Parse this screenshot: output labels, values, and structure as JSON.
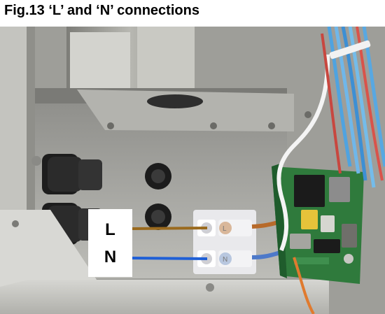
{
  "figure": {
    "title": "Fig.13 ‘L’ and ‘N’ connections"
  },
  "labels": {
    "live": "L",
    "neutral": "N"
  },
  "terminals": {
    "top_mark": "L",
    "bottom_mark": "N"
  },
  "colors": {
    "live_wire": "#9a6a1e",
    "neutral_wire": "#1f5fd6",
    "pcb": "#2f7a3c",
    "enclosure": "#a9a9a5"
  }
}
